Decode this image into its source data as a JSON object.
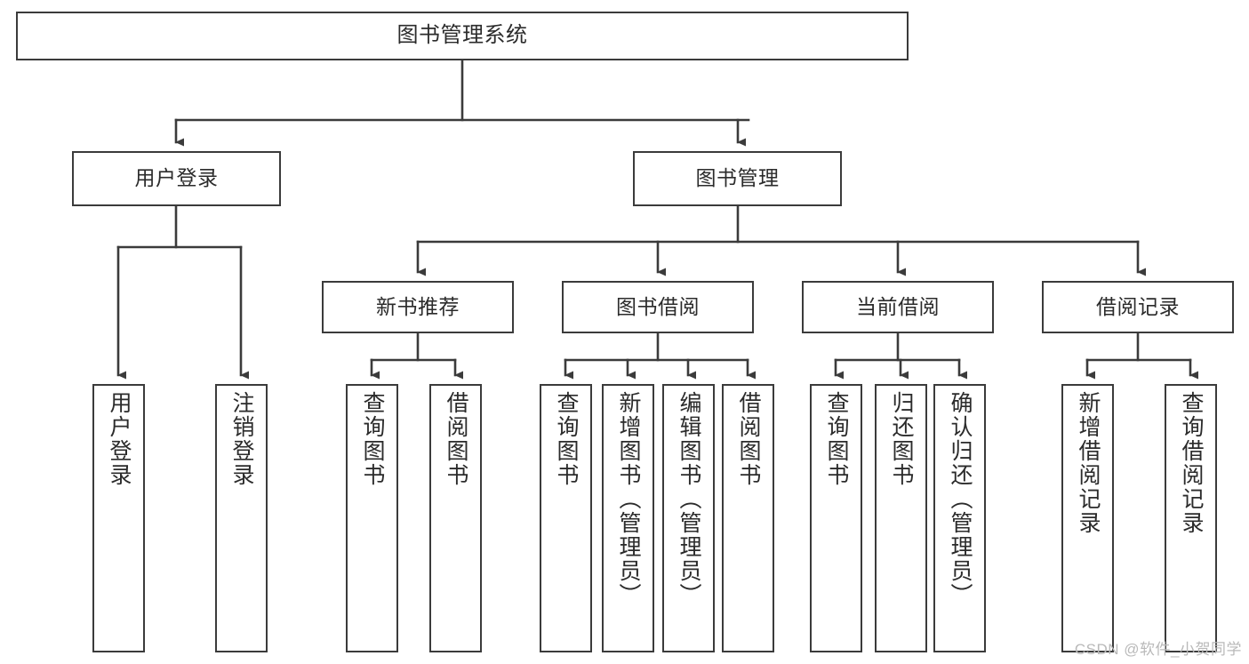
{
  "diagram": {
    "title": "图书管理系统",
    "type": "tree-hierarchy",
    "watermark": "CSDN @软件_小贺同学",
    "colors": {
      "stroke": "#3b3b3b",
      "fill": "#ffffff",
      "text": "#2b2b2b",
      "watermark": "#b9b9b9"
    }
  },
  "nodes": {
    "root": {
      "label": "图书管理系统"
    },
    "level2": [
      {
        "label": "用户登录"
      },
      {
        "label": "图书管理"
      }
    ],
    "level3": [
      {
        "label": "新书推荐"
      },
      {
        "label": "图书借阅"
      },
      {
        "label": "当前借阅"
      },
      {
        "label": "借阅记录"
      }
    ],
    "leaves": {
      "user_login": [
        {
          "label": "用户登录"
        },
        {
          "label": "注销登录"
        }
      ],
      "new_book": [
        {
          "label": "查询图书"
        },
        {
          "label": "借阅图书"
        }
      ],
      "book_borrow": [
        {
          "label": "查询图书"
        },
        {
          "label": "新增图书（管理员）"
        },
        {
          "label": "编辑图书（管理员）"
        },
        {
          "label": "借阅图书"
        }
      ],
      "current_borrow": [
        {
          "label": "查询图书"
        },
        {
          "label": "归还图书"
        },
        {
          "label": "确认归还（管理员）"
        }
      ],
      "borrow_record": [
        {
          "label": "新增借阅记录"
        },
        {
          "label": "查询借阅记录"
        }
      ]
    }
  }
}
